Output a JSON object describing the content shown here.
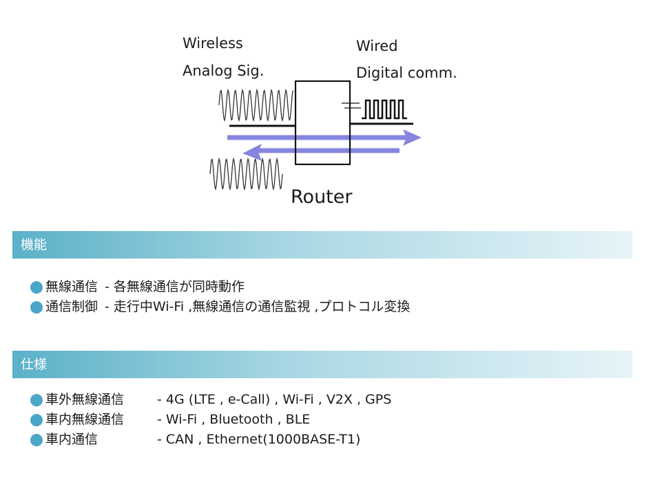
{
  "diagram": {
    "wireless_line1": "Wireless",
    "wireless_line2": "Analog Sig.",
    "wired_line1": "Wired",
    "wired_line2": "Digital comm.",
    "router_label": "Router"
  },
  "colors": {
    "arrow": "#8585e0",
    "bullet": "#4ba6c8"
  },
  "functions": {
    "header": "機能",
    "items": [
      {
        "name": "無線通信",
        "sep": "-",
        "desc": "各無線通信が同時動作"
      },
      {
        "name": "通信制御",
        "sep": "-",
        "desc": "走行中Wi-Fi ,無線通信の通信監視 ,プロトコル変換"
      }
    ]
  },
  "specs": {
    "header": "仕様",
    "items": [
      {
        "name": "車外無線通信",
        "sep": "-",
        "desc": "4G (LTE , e-Call) , Wi-Fi , V2X , GPS"
      },
      {
        "name": "車内無線通信",
        "sep": "-",
        "desc": "Wi-Fi , Bluetooth , BLE"
      },
      {
        "name": "車内通信",
        "sep": "-",
        "desc": "CAN , Ethernet(1000BASE-T1)"
      }
    ]
  }
}
